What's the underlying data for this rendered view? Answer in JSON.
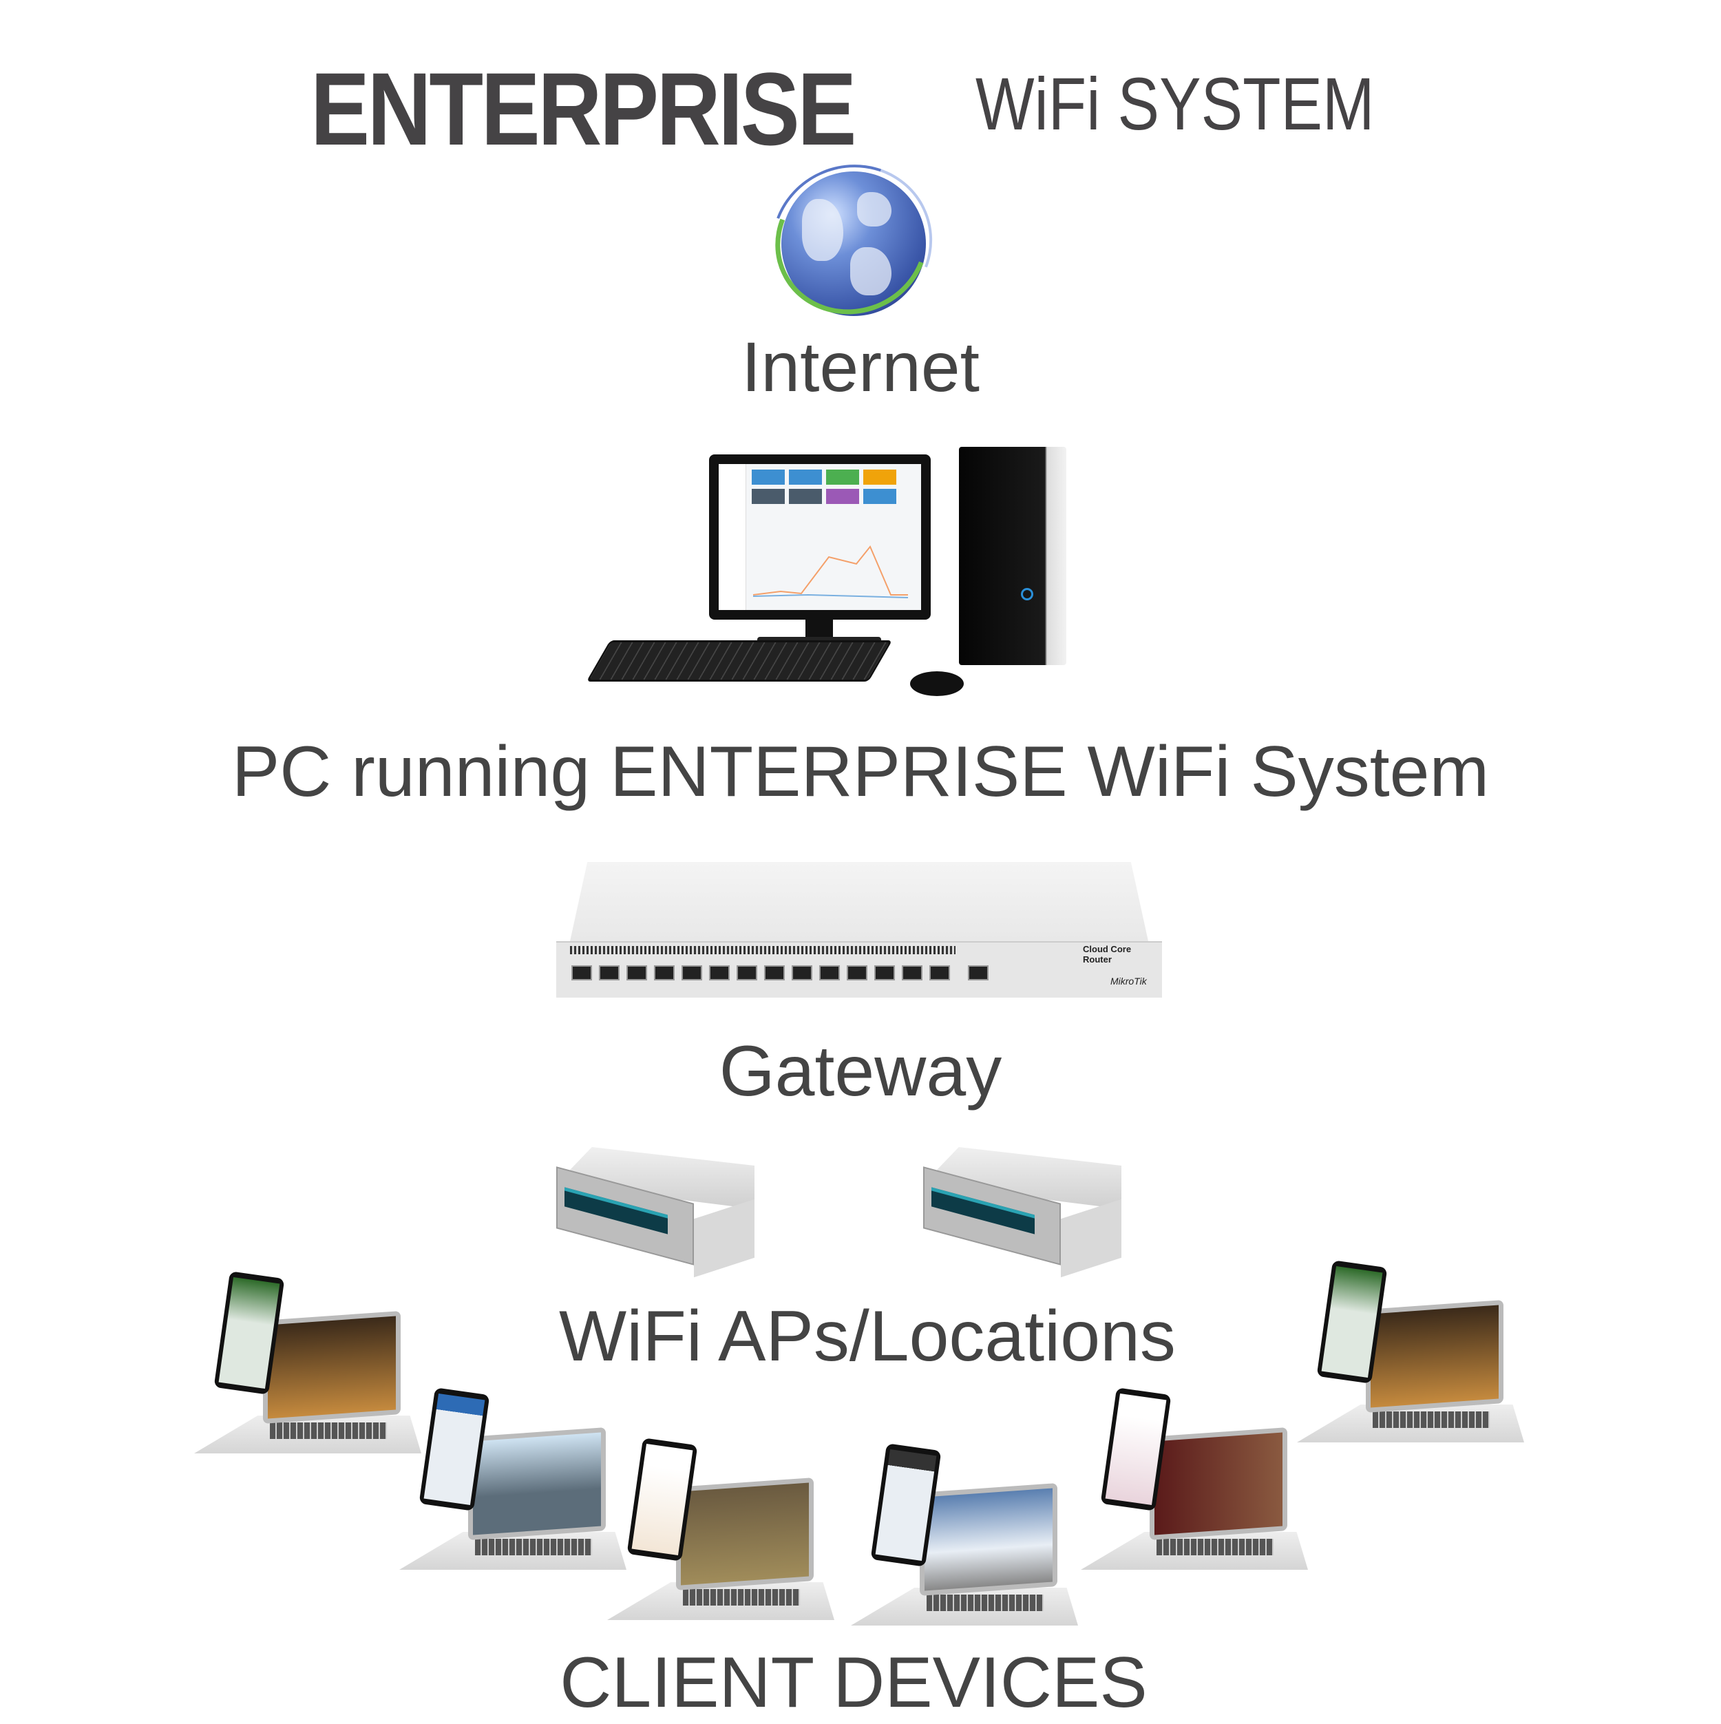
{
  "title": {
    "main": "ENTERPRISE",
    "sub": "WiFi SYSTEM"
  },
  "nodes": {
    "internet": "Internet",
    "pc": "PC running ENTERPRISE WiFi System",
    "gateway": "Gateway",
    "aps": "WiFi APs/Locations",
    "clients": "CLIENT DEVICES"
  },
  "router": {
    "model": "Cloud Core Router",
    "brand": "MikroTik"
  },
  "colors": {
    "text": "#444444",
    "globe": "#3a56a8",
    "ring": "#6cbf4a"
  }
}
